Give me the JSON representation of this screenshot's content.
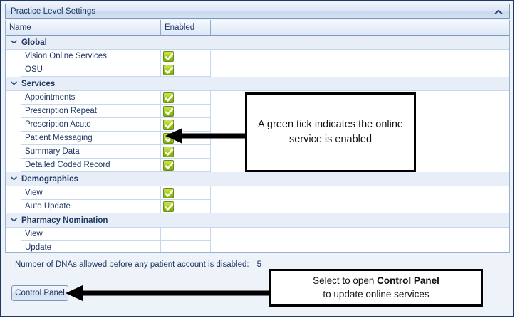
{
  "window": {
    "title": "Practice Level Settings",
    "collapse_icon": "chevron-up-icon"
  },
  "grid": {
    "columns": [
      "Name",
      "Enabled",
      ""
    ],
    "groups": [
      {
        "label": "Global",
        "expand_icon": "chevron-down-icon",
        "rows": [
          {
            "name": "Vision Online Services",
            "enabled": true
          },
          {
            "name": "OSU",
            "enabled": true
          }
        ]
      },
      {
        "label": "Services",
        "expand_icon": "chevron-down-icon",
        "rows": [
          {
            "name": "Appointments",
            "enabled": true
          },
          {
            "name": "Prescription Repeat",
            "enabled": true
          },
          {
            "name": "Prescription Acute",
            "enabled": true
          },
          {
            "name": "Patient Messaging",
            "enabled": true
          },
          {
            "name": "Summary Data",
            "enabled": true
          },
          {
            "name": "Detailed Coded Record",
            "enabled": true
          }
        ]
      },
      {
        "label": "Demographics",
        "expand_icon": "chevron-down-icon",
        "rows": [
          {
            "name": "View",
            "enabled": true
          },
          {
            "name": "Auto Update",
            "enabled": true
          }
        ]
      },
      {
        "label": "Pharmacy Nomination",
        "expand_icon": "chevron-down-icon",
        "rows": [
          {
            "name": "View",
            "enabled": false
          },
          {
            "name": "Update",
            "enabled": false
          }
        ]
      }
    ]
  },
  "footer": {
    "dna_label": "Number of DNAs allowed before any patient account is disabled:",
    "dna_value": "5",
    "control_panel_label": "Control Panel"
  },
  "annotations": [
    {
      "id": "tick-callout",
      "text": "A green tick indicates the online service is enabled"
    },
    {
      "id": "control-panel-callout",
      "prefix": "Select to open ",
      "strong": "Control Panel",
      "suffix": "",
      "line2": "to update online services"
    }
  ],
  "colors": {
    "accent": "#1f3864",
    "tick_green": "#93bb12",
    "panel_bg": "#eef2f9",
    "border": "#9ab2d2",
    "annotation": "#000000"
  }
}
